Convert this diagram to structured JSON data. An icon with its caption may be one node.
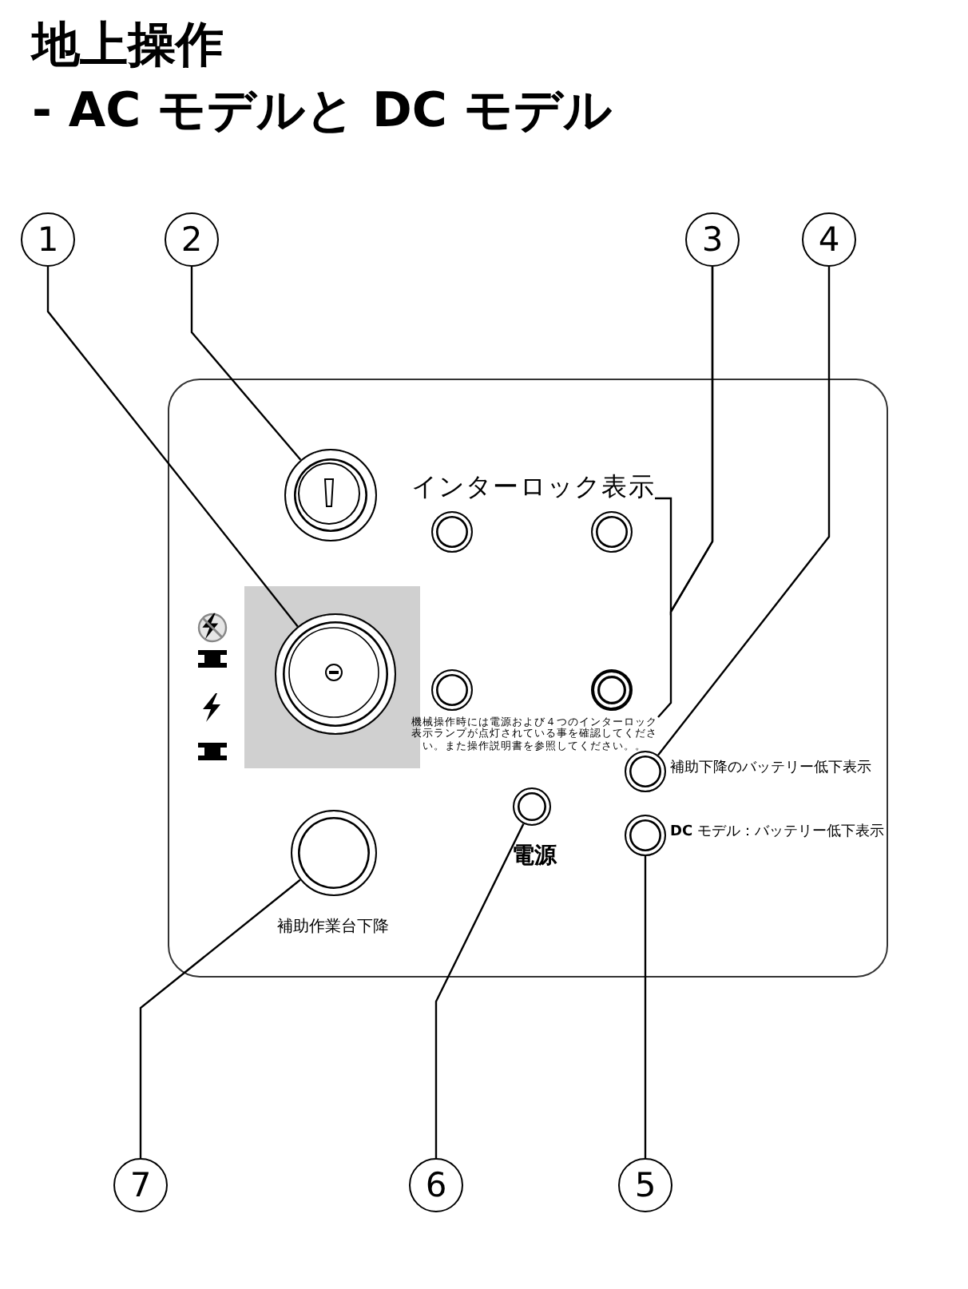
{
  "diagram": {
    "title": "地上操作",
    "nodes": [
      {
        "text": [],
        "shape": "box"
      },
      {
        "text": [
          "1"
        ]
      },
      {
        "text": [
          "2"
        ]
      },
      {
        "text": [
          "3"
        ]
      },
      {
        "text": [
          "4"
        ]
      },
      {
        "text": [],
        "shape": "circle",
        "in": 0
      },
      {
        "text": [
          "インターロック表示"
        ],
        "in": 0
      },
      {
        "text": [],
        "shape": "circle",
        "in": 0
      },
      {
        "text": [],
        "shape": "circle",
        "in": 0
      },
      {
        "text": [],
        "shape": "box",
        "in": 0
      },
      {
        "text": [],
        "shape": "circle",
        "in": 9
      },
      {
        "text": [],
        "shape": "circle",
        "in": 0
      },
      {
        "text": [],
        "shape": "circle",
        "in": 0
      },
      {
        "text": [
          "機械操作時には電源および４つのインターロック表示ランプが点灯されている事を確認してください。また操作説明書を参照してください。。"
        ],
        "in": 0
      },
      {
        "text": [],
        "shape": "circle",
        "in": 0,
        "beside": [
          "補助下降のバッテリー低下表示"
        ]
      },
      {
        "text": [],
        "shape": "circle",
        "in": 0,
        "beside": [
          "電源"
        ]
      },
      {
        "text": [],
        "shape": "circle",
        "in": 0,
        "beside": [
          "**DC** モデル：バッテリー低下表示"
        ]
      },
      {
        "text": [],
        "shape": "circle",
        "in": 0,
        "beside": [
          "補助作業台下降"
        ]
      },
      {
        "text": [
          "7"
        ]
      },
      {
        "text": [
          "6"
        ]
      },
      {
        "text": [
          "5"
        ]
      }
    ],
    "edges": [
      {
        "from": 1,
        "to": 10,
        "arrow": "none"
      },
      {
        "from": 2,
        "to": 5,
        "arrow": "none"
      },
      {
        "from": 3,
        "to": 6,
        "arrow": "none"
      },
      {
        "from": 3,
        "to": 13,
        "arrow": "none"
      },
      {
        "from": 4,
        "to": 14,
        "arrow": "none"
      },
      {
        "from": 20,
        "to": 16,
        "arrow": "none"
      },
      {
        "from": 19,
        "to": 15,
        "arrow": "none"
      },
      {
        "from": 18,
        "to": 17,
        "arrow": "none"
      }
    ],
    "labels": [
      "- AC モデルと DC モデル"
    ]
  }
}
